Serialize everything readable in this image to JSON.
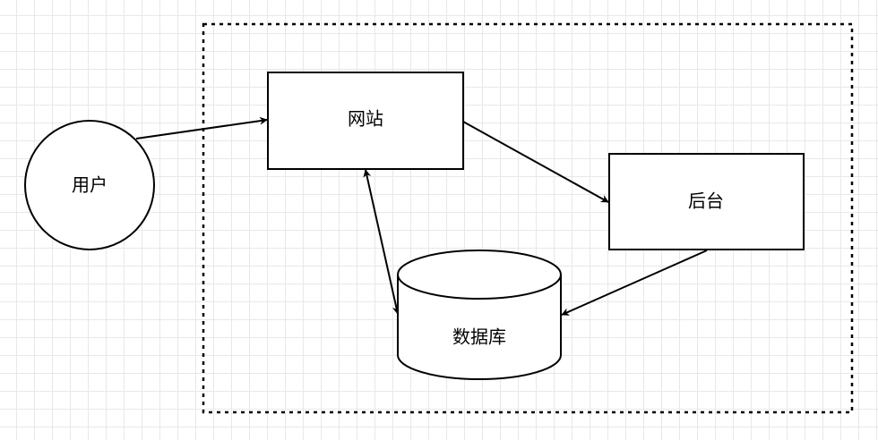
{
  "diagram": {
    "colors": {
      "stroke": "#000000",
      "fill": "#ffffff",
      "grid": "#e8e8e8"
    },
    "nodes": {
      "user": {
        "label": "用户",
        "shape": "circle"
      },
      "website": {
        "label": "网站",
        "shape": "rectangle"
      },
      "backend": {
        "label": "后台",
        "shape": "rectangle"
      },
      "database": {
        "label": "数据库",
        "shape": "cylinder"
      }
    },
    "group": {
      "style": "dashed",
      "members": [
        "website",
        "backend",
        "database"
      ]
    },
    "edges": [
      {
        "from": "user",
        "to": "website",
        "direction": "forward"
      },
      {
        "from": "website",
        "to": "backend",
        "direction": "forward"
      },
      {
        "from": "backend",
        "to": "database",
        "direction": "forward"
      },
      {
        "from": "website",
        "to": "database",
        "direction": "both"
      }
    ]
  }
}
